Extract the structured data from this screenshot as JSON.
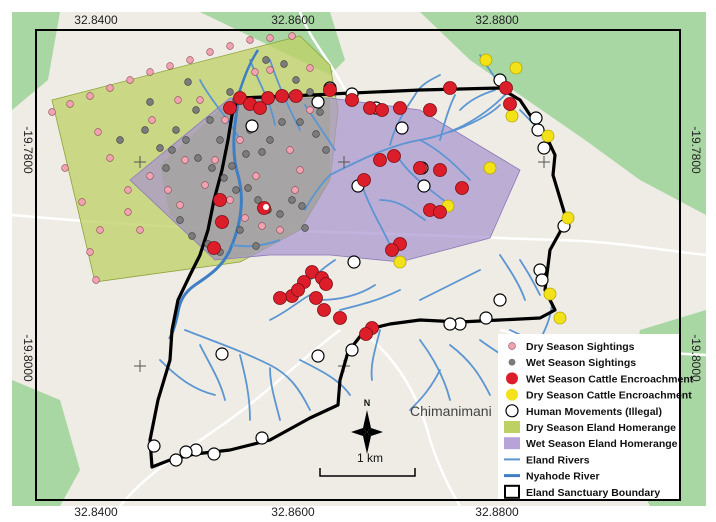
{
  "coordinates": {
    "top_lon": [
      "32.8400",
      "32.8600",
      "32.8800"
    ],
    "bottom_lon": [
      "32.8400",
      "32.8600",
      "32.8800"
    ],
    "left_lat": [
      "-19.7800",
      "-19.8000"
    ],
    "right_lat": [
      "-19.7800",
      "-19.8000"
    ]
  },
  "place_label": "Chimanimani",
  "scale_label": "1 km",
  "north_label": "N",
  "legend": [
    {
      "label": "Dry Season Sightings",
      "symbol": "dot-pink"
    },
    {
      "label": "Wet Season Sightings",
      "symbol": "dot-grey"
    },
    {
      "label": "Wet Season Cattle Encroachment",
      "symbol": "dot-red"
    },
    {
      "label": "Dry Season Cattle Encroachment",
      "symbol": "dot-yellow"
    },
    {
      "label": "Human Movements (Illegal)",
      "symbol": "dot-white"
    },
    {
      "label": "Dry Season Eland Homerange",
      "symbol": "fill-green"
    },
    {
      "label": "Wet Season Eland Homerange",
      "symbol": "fill-purple"
    },
    {
      "label": "Eland Rivers",
      "symbol": "line-lightblue"
    },
    {
      "label": "Nyahode River",
      "symbol": "line-blue"
    },
    {
      "label": "Eland Sanctuary Boundary",
      "symbol": "box-black"
    }
  ],
  "colors": {
    "background": "#eeece4",
    "forest": "#a9d7a4",
    "dry_homerange": "#bdd064",
    "wet_homerange": "#b7a3d7",
    "river": "#5b95d2",
    "nyahode": "#3e7fc4",
    "boundary": "#000000",
    "dry_sighting": "#f2a3b2",
    "wet_sighting": "#7b7b7b",
    "wet_cattle": "#dc1e2a",
    "dry_cattle": "#f4e219",
    "human": "#ffffff"
  }
}
